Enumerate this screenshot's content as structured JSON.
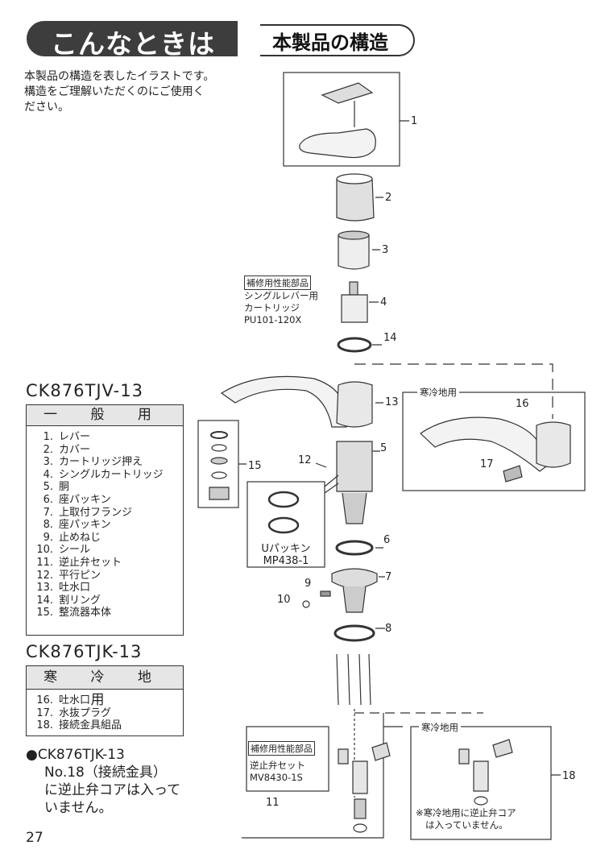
{
  "header": {
    "title": "こんなときは",
    "subtitle": "本製品の構造"
  },
  "intro": [
    "本製品の構造を表したイラストです。",
    "構造をご理解いただくのにご使用く",
    "ださい。"
  ],
  "general": {
    "model": "CK876TJV-13",
    "heading": "一 般 用",
    "items": [
      {
        "n": "1.",
        "t": "レバー"
      },
      {
        "n": "2.",
        "t": "カバー"
      },
      {
        "n": "3.",
        "t": "カートリッジ押え"
      },
      {
        "n": "4.",
        "t": "シングルカートリッジ"
      },
      {
        "n": "5.",
        "t": "胴"
      },
      {
        "n": "6.",
        "t": "座パッキン"
      },
      {
        "n": "7.",
        "t": "上取付フランジ"
      },
      {
        "n": "8.",
        "t": "座パッキン"
      },
      {
        "n": "9.",
        "t": "止めねじ"
      },
      {
        "n": "10.",
        "t": "シール"
      },
      {
        "n": "11.",
        "t": "逆止弁セット"
      },
      {
        "n": "12.",
        "t": "平行ピン"
      },
      {
        "n": "13.",
        "t": "吐水口"
      },
      {
        "n": "14.",
        "t": "割リング"
      },
      {
        "n": "15.",
        "t": "整流器本体"
      }
    ]
  },
  "cold": {
    "model": "CK876TJK-13",
    "heading": "寒 冷 地 用",
    "items": [
      {
        "n": "16.",
        "t": "吐水口"
      },
      {
        "n": "17.",
        "t": "水抜プラグ"
      },
      {
        "n": "18.",
        "t": "接続金具組品"
      }
    ]
  },
  "note": {
    "bullet": "●",
    "line1": "CK876TJK-13",
    "line2": "No.18（接続金具）",
    "line3": "に逆止弁コアは入って",
    "line4": "いません。"
  },
  "page_number": "27",
  "diagram": {
    "callouts": [
      "1",
      "2",
      "3",
      "4",
      "14",
      "13",
      "5",
      "12",
      "15",
      "6",
      "7",
      "9",
      "10",
      "8",
      "16",
      "17",
      "11",
      "18"
    ],
    "repair_tag": "補修用性能部品",
    "cartridge": [
      "シングルレバー用",
      "カートリッジ",
      "PU101-120X"
    ],
    "packing": [
      "Uパッキン",
      "MP438-1"
    ],
    "cold_tag": "寒冷地用",
    "valve": [
      "逆止弁セット",
      "MV8430-1S"
    ],
    "cold_note": [
      "※寒冷地用に逆止弁コア",
      "は入っていません。"
    ]
  }
}
